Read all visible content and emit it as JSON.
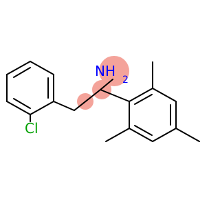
{
  "molecule": {
    "amine": {
      "symbol": "NH",
      "subscript": "2",
      "color": "#0000ff",
      "highlight_color": "#f4a39a"
    },
    "chlorine": {
      "symbol": "Cl",
      "color": "#00a000"
    },
    "bond_color": "#000000",
    "highlight_color": "#f4a39a"
  }
}
